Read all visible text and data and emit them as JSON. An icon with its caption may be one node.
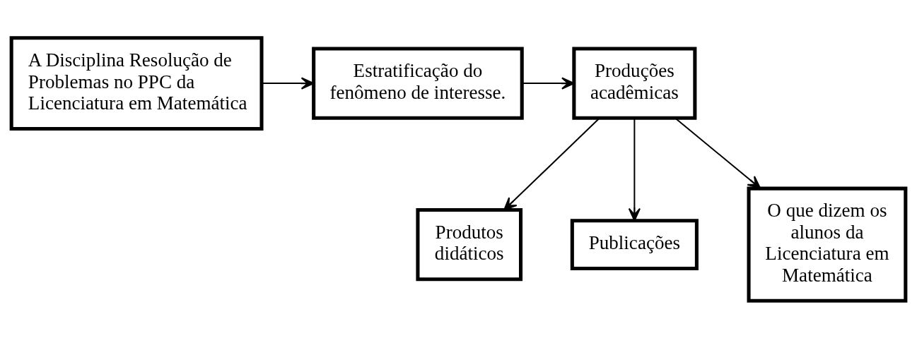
{
  "diagram": {
    "nodes": [
      {
        "text": [
          "A Disciplina Resolução de Problemas no PPC da Licenciatura em Matemática"
        ]
      },
      {
        "text": [
          "Estratificação do fenômeno de interesse."
        ]
      },
      {
        "text": [
          "Produções acadêmicas"
        ]
      },
      {
        "text": [
          "Produtos didáticos"
        ]
      },
      {
        "text": [
          "Publicações"
        ]
      },
      {
        "text": [
          "O que dizem os alunos da Licenciatura em Matemática"
        ]
      }
    ],
    "edges": [
      {
        "from": 0,
        "to": 1,
        "arrow": "to"
      },
      {
        "from": 1,
        "to": 2,
        "arrow": "to"
      },
      {
        "from": 2,
        "to": 3,
        "arrow": "to"
      },
      {
        "from": 2,
        "to": 4,
        "arrow": "to"
      },
      {
        "from": 2,
        "to": 5,
        "arrow": "to"
      }
    ]
  }
}
